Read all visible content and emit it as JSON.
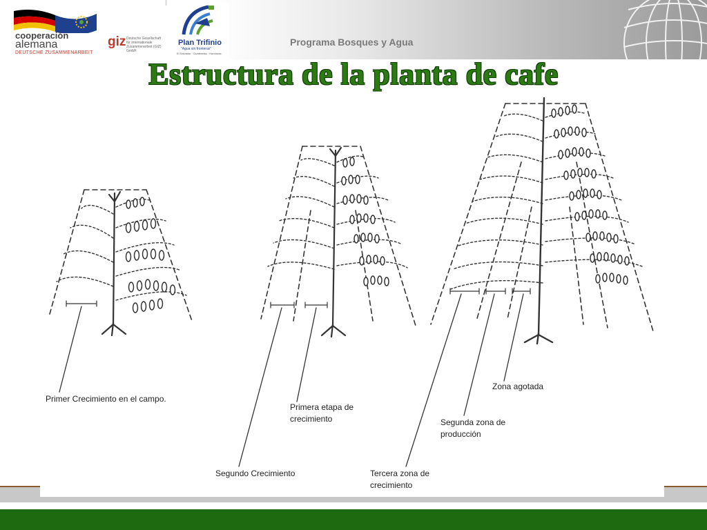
{
  "header": {
    "logo_cooperacion": {
      "line1": "cooperación",
      "line2": "alemana",
      "line3": "DEUTSCHE ZUSAMMENARBEIT"
    },
    "logo_giz": {
      "name": "giz",
      "sub": "Deutsche Gesellschaft für Internationale Zusammenarbeit (GIZ) GmbH"
    },
    "logo_trifinio": {
      "name": "Plan Trifinio",
      "sub1": "\"Agua sin fronteras\"",
      "sub2": "El Salvador · Guatemala · Honduras"
    },
    "program": "Programa Bosques y Agua"
  },
  "title": "Estructura de la planta de cafe",
  "labels": {
    "primer_crecimiento": "Primer Crecimiento en el campo.",
    "primera_etapa": [
      "Primera etapa de",
      "crecimiento"
    ],
    "segundo_crecimiento": "Segundo Crecimiento",
    "zona_agotada": "Zona agotada",
    "segunda_zona": [
      "Segunda zona de",
      "producción"
    ],
    "tercera_zona": [
      "Tercera zona de",
      "crecimiento"
    ]
  },
  "colors": {
    "title_green": "#2b7a12",
    "bar_green": "#1e6a10",
    "band_brown": "#8a5a2a"
  }
}
